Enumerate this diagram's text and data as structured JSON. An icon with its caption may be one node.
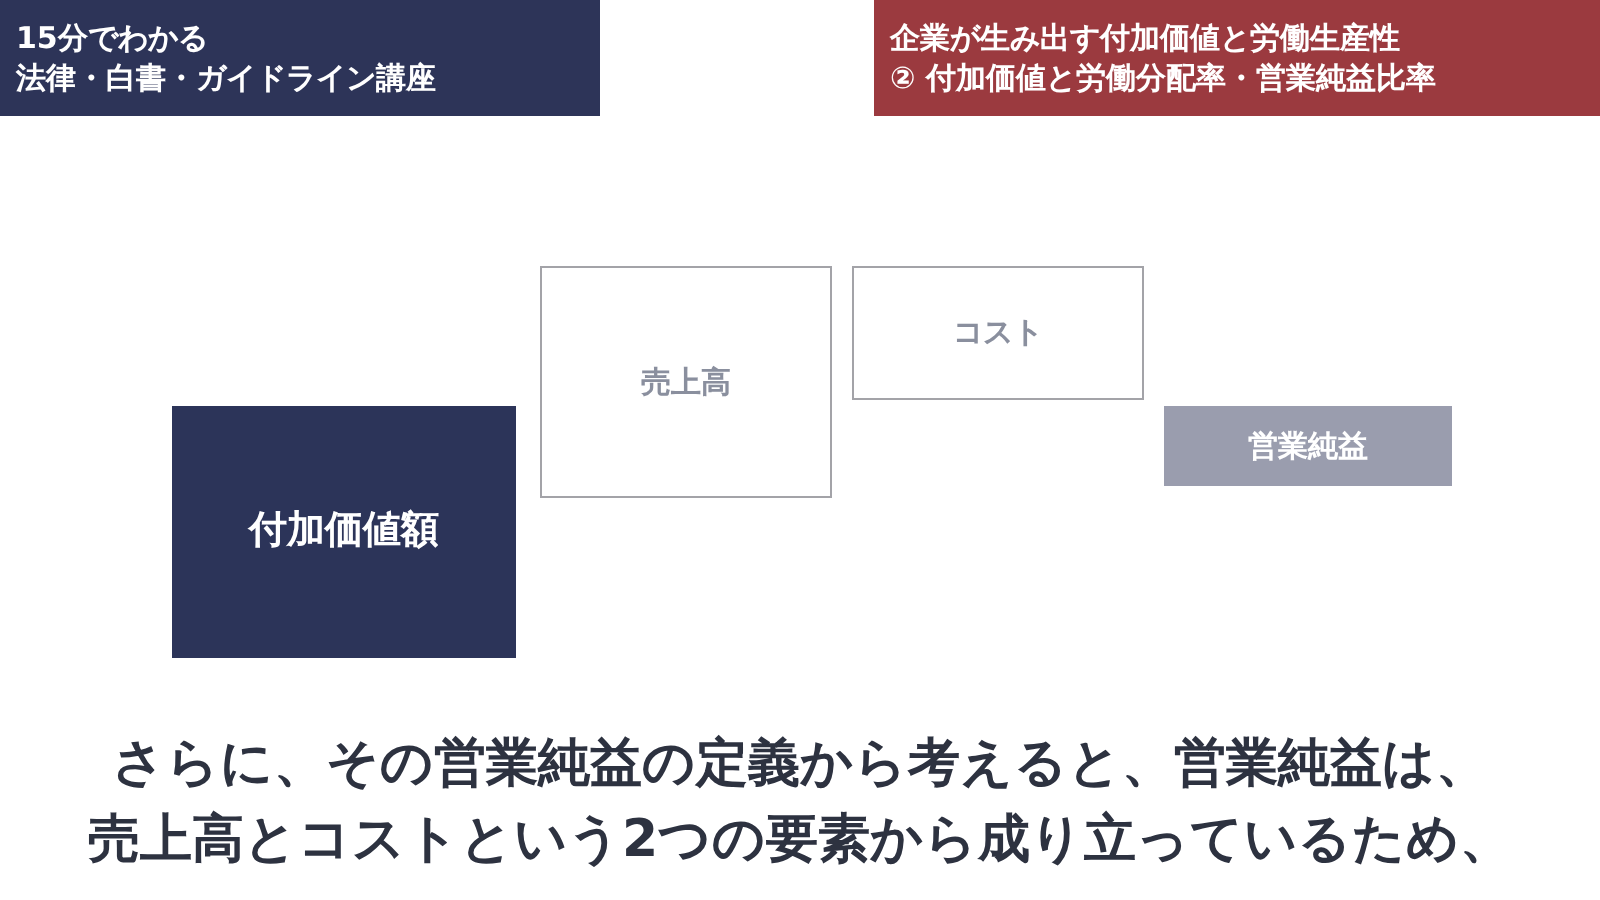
{
  "diagram": {
    "caption": "さらに、その営業純益の定義から考えると、営業純益は、売上高とコストという2つの要素から成り立っているため、",
    "nodes": [
      {
        "text": [
          "15分でわかる",
          "法律・白書・ガイドライン講座"
        ]
      },
      {
        "text": [
          "企業が生み出す付加価値と労働生産性",
          "② 付加価値と労働分配率・営業純益比率"
        ]
      },
      {
        "text": [
          "売上高"
        ]
      },
      {
        "text": [
          "コスト"
        ]
      },
      {
        "text": [
          "営業純益"
        ]
      },
      {
        "text": [
          "付加価値額"
        ]
      }
    ]
  }
}
